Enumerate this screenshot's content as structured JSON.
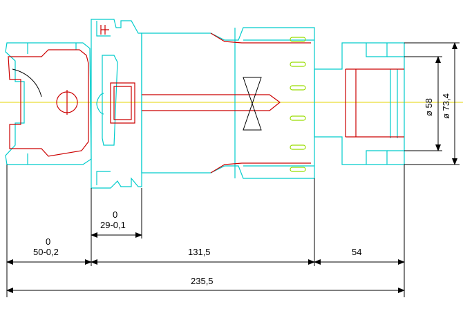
{
  "dimensions": {
    "d50": {
      "value": "50",
      "tolerance_upper": "0",
      "tolerance_lower": "-0,2"
    },
    "d29": {
      "value": "29",
      "tolerance_upper": "0",
      "tolerance_lower": "-0,1"
    },
    "d131": {
      "value": "131,5"
    },
    "d54": {
      "value": "54"
    },
    "d235": {
      "value": "235,5"
    },
    "dia58": {
      "value": "ø 58"
    },
    "dia734": {
      "value": "ø 73,4"
    }
  },
  "colors": {
    "outline": "#00cccc",
    "section": "#cc0000",
    "centerline": "#e6d400",
    "slots": "#99dd00",
    "dimension": "#000000"
  }
}
